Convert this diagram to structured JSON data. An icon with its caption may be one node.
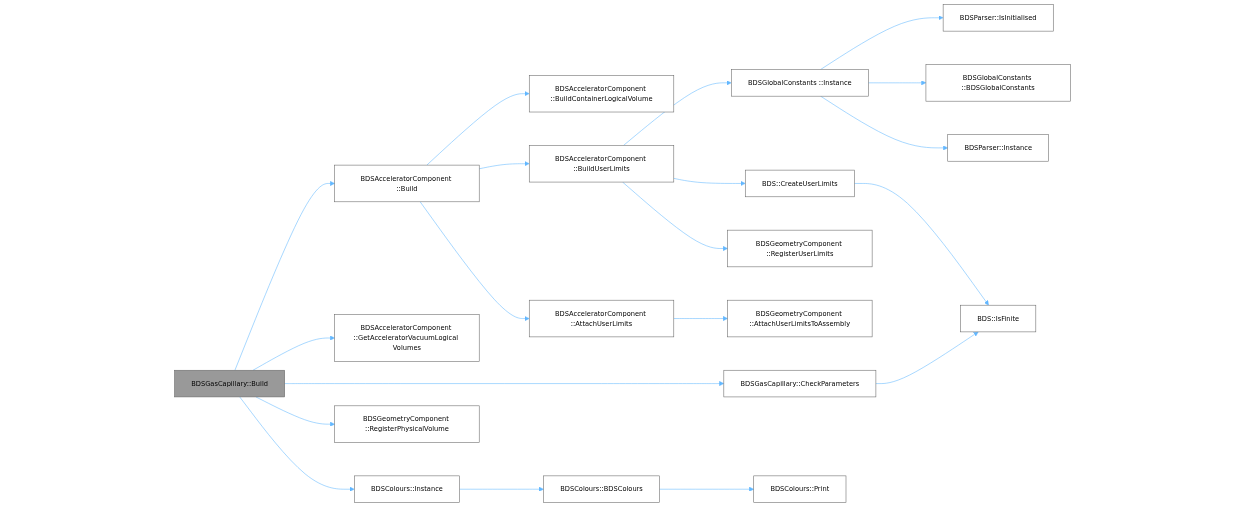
{
  "diagram": {
    "nodes": [
      {
        "text": [
          "BDSGasCapillary::Build"
        ]
      },
      {
        "text": [
          "BDSAcceleratorComponent ::Build"
        ]
      },
      {
        "text": [
          "BDSAcceleratorComponent ::BuildContainerLogicalVolume"
        ]
      },
      {
        "text": [
          "BDSAcceleratorComponent ::BuildUserLimits"
        ]
      },
      {
        "text": [
          "BDSAcceleratorComponent ::AttachUserLimits"
        ]
      },
      {
        "text": [
          "BDSGlobalConstants ::Instance"
        ]
      },
      {
        "text": [
          "BDS::CreateUserLimits"
        ]
      },
      {
        "text": [
          "BDSGeometryComponent ::RegisterUserLimits"
        ]
      },
      {
        "text": [
          "BDSGeometryComponent ::AttachUserLimitsToAssembly"
        ]
      },
      {
        "text": [
          "BDSParser::IsInitialised"
        ]
      },
      {
        "text": [
          "BDSGlobalConstants ::BDSGlobalConstants"
        ]
      },
      {
        "text": [
          "BDSParser::Instance"
        ]
      },
      {
        "text": [
          "BDS::IsFinite"
        ]
      },
      {
        "text": [
          "BDSGasCapillary::CheckParameters"
        ]
      },
      {
        "text": [
          "BDSAcceleratorComponent ::GetAcceleratorVacuumLogical Volumes"
        ]
      },
      {
        "text": [
          "BDSColours::Instance"
        ]
      },
      {
        "text": [
          "BDSColours::BDSColours"
        ]
      },
      {
        "text": [
          "BDSColours::Print"
        ]
      },
      {
        "text": [
          "BDSGeometryComponent ::RegisterPhysicalVolume"
        ]
      }
    ],
    "edges": [
      {
        "from": 0,
        "to": 1,
        "arrow": "to"
      },
      {
        "from": 0,
        "to": 13,
        "arrow": "to"
      },
      {
        "from": 0,
        "to": 14,
        "arrow": "to"
      },
      {
        "from": 0,
        "to": 15,
        "arrow": "to"
      },
      {
        "from": 0,
        "to": 18,
        "arrow": "to"
      },
      {
        "from": 1,
        "to": 2,
        "arrow": "to"
      },
      {
        "from": 1,
        "to": 3,
        "arrow": "to"
      },
      {
        "from": 1,
        "to": 4,
        "arrow": "to"
      },
      {
        "from": 3,
        "to": 5,
        "arrow": "to"
      },
      {
        "from": 3,
        "to": 6,
        "arrow": "to"
      },
      {
        "from": 3,
        "to": 7,
        "arrow": "to"
      },
      {
        "from": 4,
        "to": 8,
        "arrow": "to"
      },
      {
        "from": 5,
        "to": 9,
        "arrow": "to"
      },
      {
        "from": 5,
        "to": 10,
        "arrow": "to"
      },
      {
        "from": 5,
        "to": 11,
        "arrow": "to"
      },
      {
        "from": 6,
        "to": 12,
        "arrow": "to"
      },
      {
        "from": 13,
        "to": 12,
        "arrow": "to"
      },
      {
        "from": 15,
        "to": 16,
        "arrow": "to"
      },
      {
        "from": 16,
        "to": 17,
        "arrow": "to"
      }
    ]
  }
}
